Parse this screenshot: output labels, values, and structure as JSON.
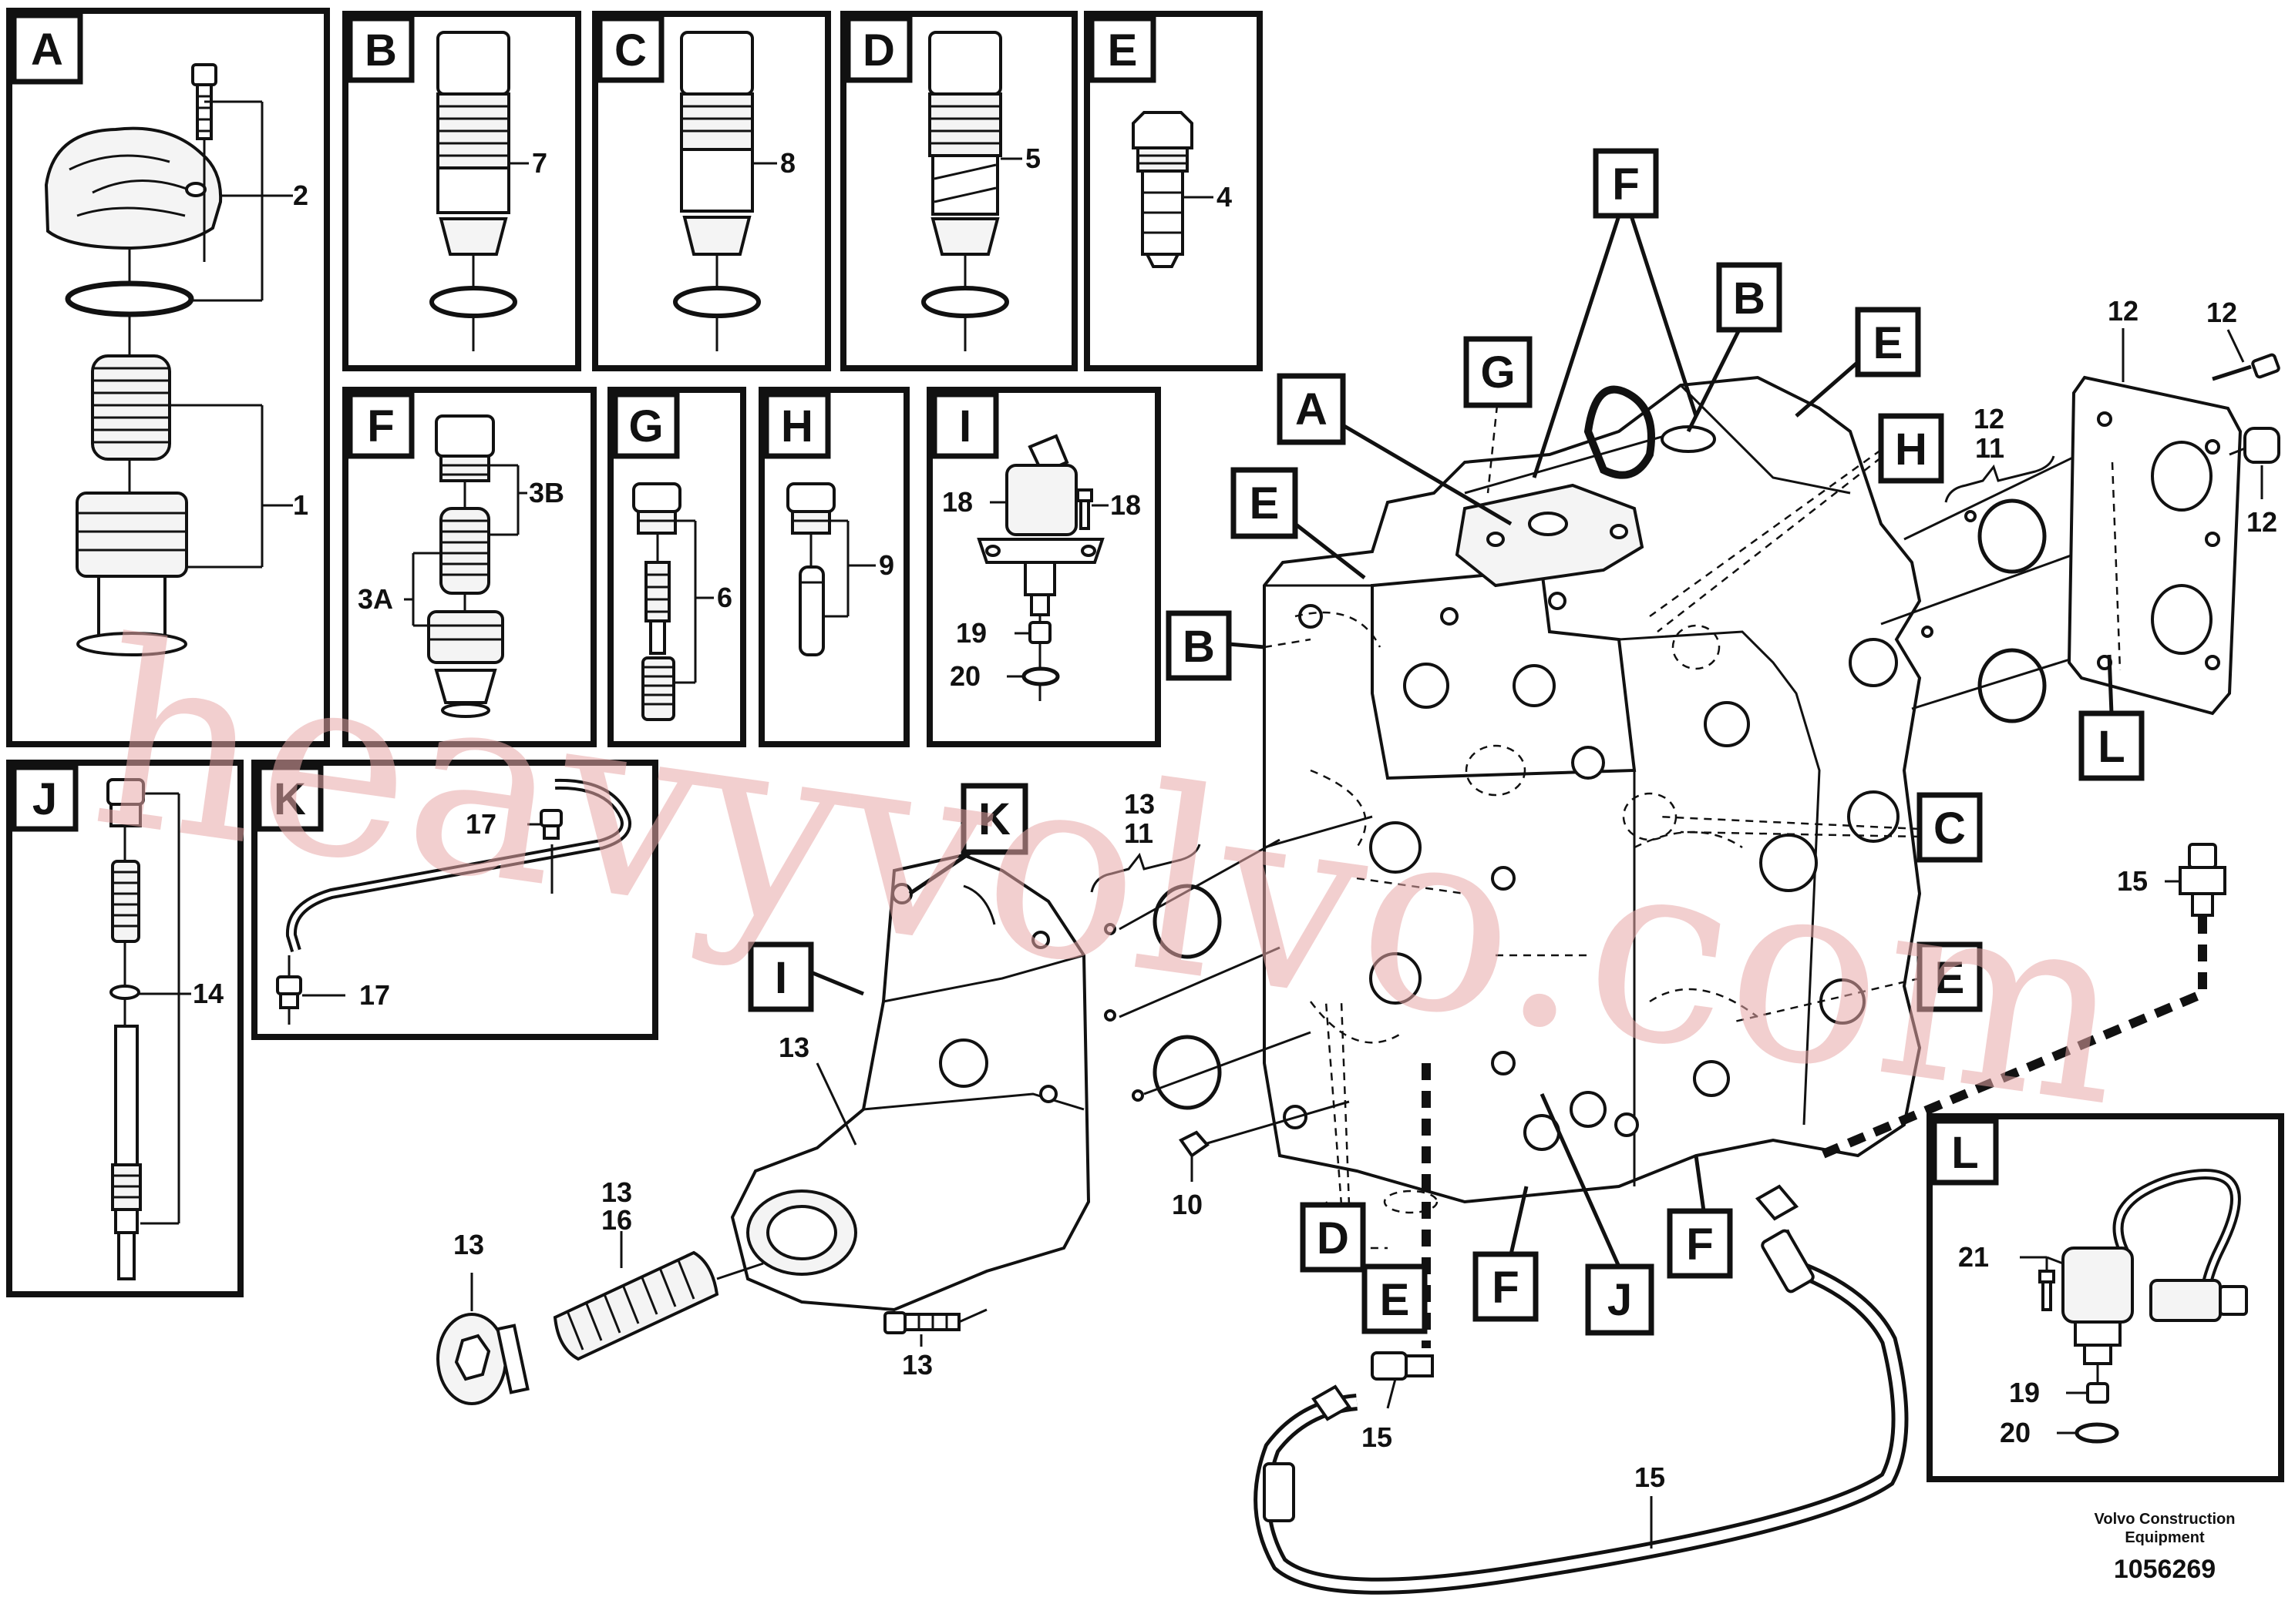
{
  "panels": {
    "A": {
      "label": "A"
    },
    "B": {
      "label": "B"
    },
    "C": {
      "label": "C"
    },
    "D": {
      "label": "D"
    },
    "E": {
      "label": "E"
    },
    "F": {
      "label": "F"
    },
    "G": {
      "label": "G"
    },
    "H": {
      "label": "H"
    },
    "I": {
      "label": "I"
    },
    "J": {
      "label": "J"
    },
    "K": {
      "label": "K"
    },
    "L": {
      "label": "L"
    }
  },
  "part_numbers": {
    "p1": "1",
    "p2": "2",
    "p3A": "3A",
    "p3B": "3B",
    "p4": "4",
    "p5": "5",
    "p6": "6",
    "p7": "7",
    "p8": "8",
    "p9": "9",
    "p10": "10",
    "p11": "11",
    "p12": "12",
    "p13": "13",
    "p14": "14",
    "p15": "15",
    "p16": "16",
    "p17": "17",
    "p18": "18",
    "p19": "19",
    "p20": "20",
    "p21": "21"
  },
  "watermark": "heavyvolvo.com",
  "footer": {
    "brand_line1": "Volvo Construction",
    "brand_line2": "Equipment",
    "drawing_number": "1056269"
  }
}
